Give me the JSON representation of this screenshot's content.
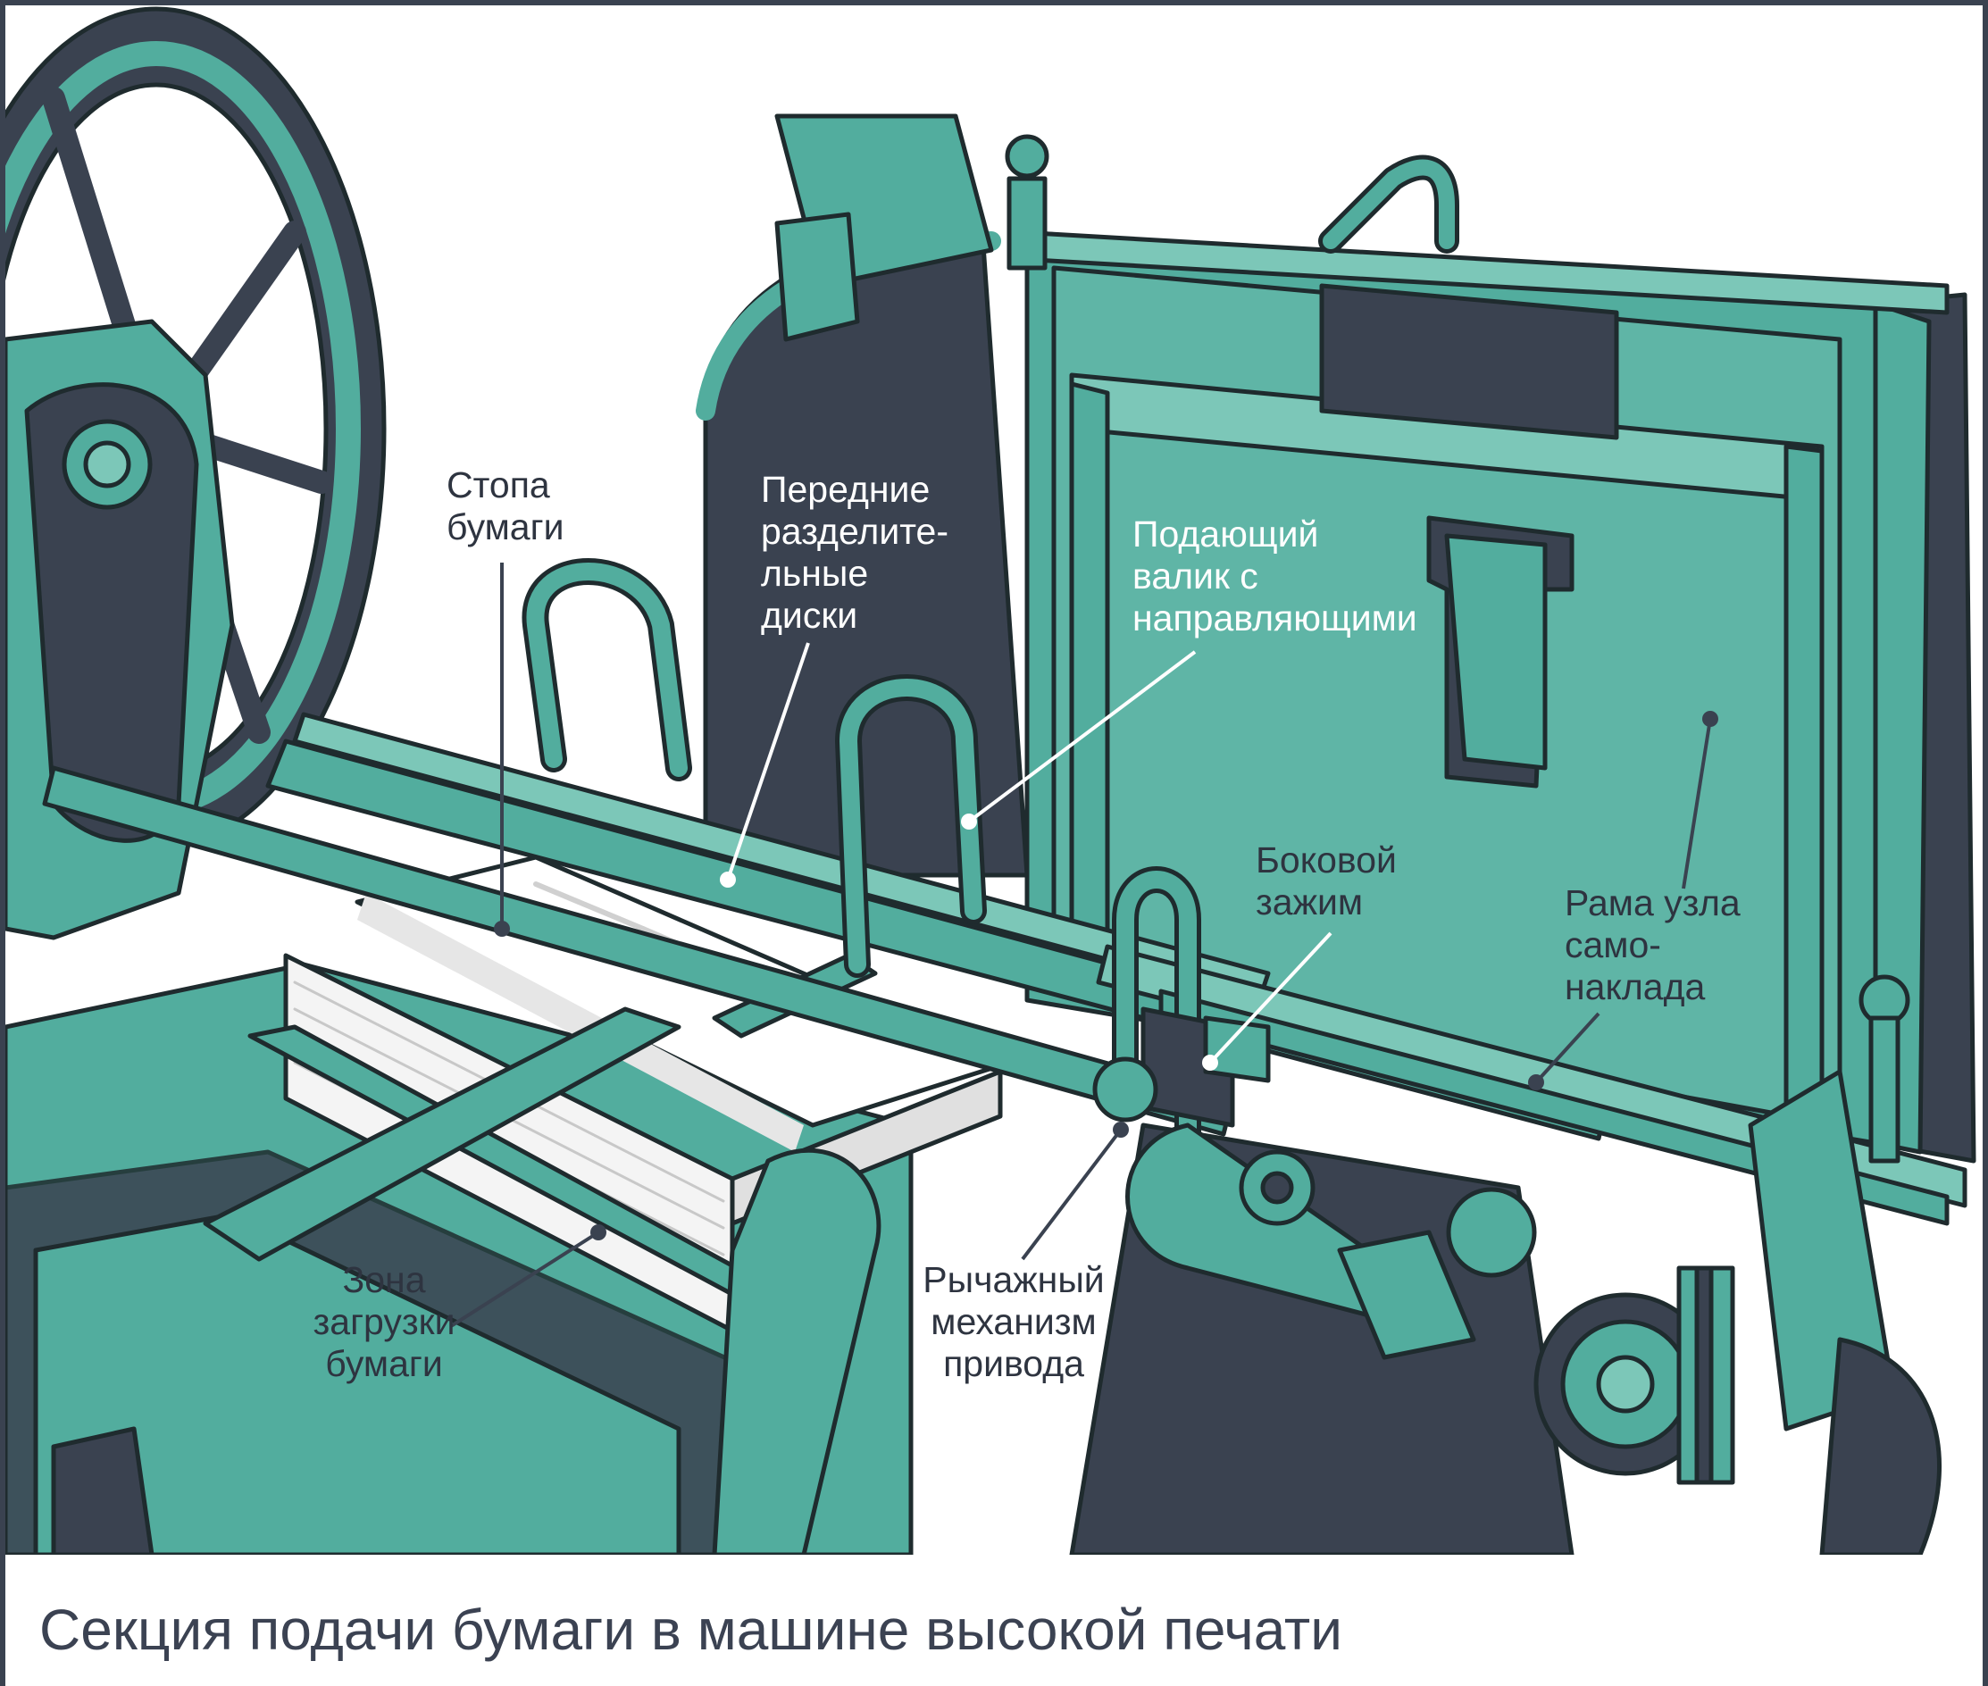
{
  "figure": {
    "caption": "Секция подачи бумаги в машине высокой печати",
    "labels": {
      "paper_stack": "Стопа\nбумаги",
      "separator_discs": "Передние\nразделите-\nльные\nдиски",
      "feed_roller": "Подающий\nвалик с\nнаправляющими",
      "side_clamp": "Боковой\nзажим",
      "feeder_frame": "Рама узла\nсамо-\nнаклада",
      "loading_zone": "Зона\nзагрузки\nбумаги",
      "lever_drive": "Рычажный\nмеханизм\nпривода"
    },
    "colors": {
      "machine": "#52ad9e",
      "machine_light": "#7cc7b8",
      "machine_dark": "#2f8a7c",
      "shadow": "#3a4250",
      "outline": "#1f2b2e",
      "paper": "#ffffff",
      "leader_dark": "#3a4250",
      "leader_light": "#ffffff"
    }
  }
}
